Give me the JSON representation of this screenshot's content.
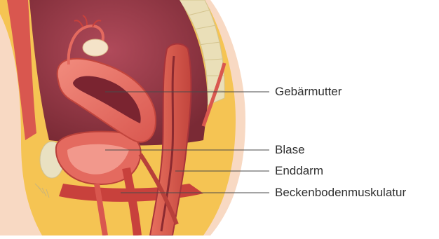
{
  "diagram": {
    "labels": [
      {
        "id": "uterus",
        "text": "Gebärmutter"
      },
      {
        "id": "bladder",
        "text": "Blase"
      },
      {
        "id": "rectum",
        "text": "Enddarm"
      },
      {
        "id": "pelvic-floor",
        "text": "Beckenbodenmuskulatur"
      }
    ]
  }
}
